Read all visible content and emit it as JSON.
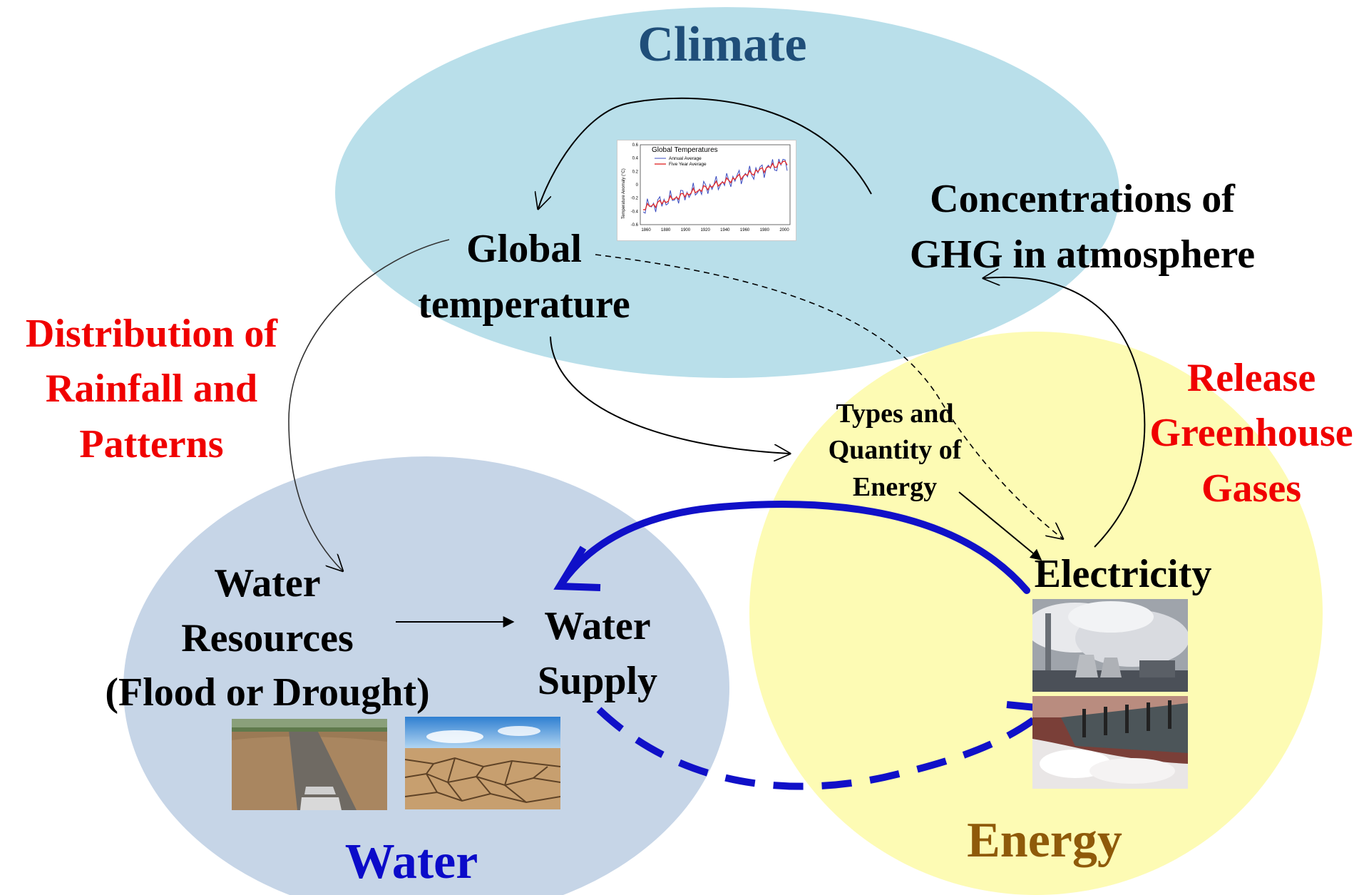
{
  "regions": {
    "climate": {
      "title": "Climate",
      "color": "#1F4E79",
      "fill": "#B9DFEA"
    },
    "water": {
      "title": "Water",
      "color": "#0B0BC9",
      "fill": "#C6D5E7"
    },
    "energy": {
      "title": "Energy",
      "color": "#8F5A0A",
      "fill": "#FDFBB4"
    }
  },
  "nodes": {
    "global_temperature": [
      "Global",
      "temperature"
    ],
    "ghg_concentrations": [
      "Concentrations of",
      "GHG in atmosphere"
    ],
    "water_resources": [
      "Water",
      "Resources",
      "(Flood or Drought)"
    ],
    "water_supply": [
      "Water",
      "Supply"
    ],
    "electricity": "Electricity",
    "energy_types": [
      "Types and",
      "Quantity of",
      "Energy"
    ]
  },
  "links": {
    "rainfall": [
      "Distribution of",
      "Rainfall and",
      "Patterns"
    ],
    "greenhouse": [
      "Release",
      "Greenhouse",
      "Gases"
    ]
  },
  "link_color": "#F00000",
  "flow_color": "#1010C8",
  "inset_chart": {
    "title": "Global Temperatures",
    "legend": [
      "Annual Average",
      "Five Year Average"
    ],
    "ylabel": "Temperature Anomaly (°C)",
    "yticks": [
      "0.6",
      "0.4",
      "0.2",
      "0",
      "-0.2",
      "-0.4",
      "-0.6"
    ],
    "xticks": [
      "1860",
      "1880",
      "1900",
      "1920",
      "1940",
      "1960",
      "1980",
      "2000"
    ]
  },
  "photos": {
    "flood": "flood-photo",
    "drought": "drought-photo",
    "power_plant": "power-plant-photo",
    "dam": "dam-photo"
  }
}
